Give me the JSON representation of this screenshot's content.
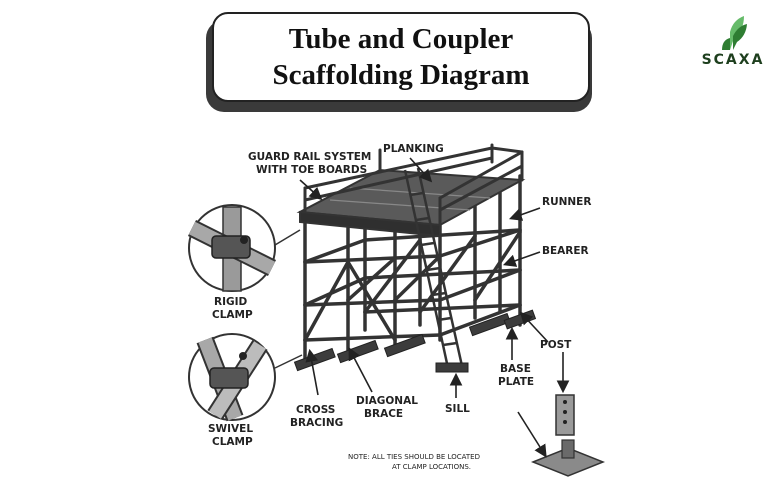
{
  "title": {
    "line1": "Tube and Coupler",
    "line2": "Scaffolding Diagram"
  },
  "logo": {
    "text": "SCAXA",
    "leaf_dark": "#2e7d32",
    "leaf_light": "#66bb6a"
  },
  "labels": {
    "guard_rail_1": "GUARD RAIL SYSTEM",
    "guard_rail_2": "WITH TOE BOARDS",
    "planking": "PLANKING",
    "runner": "RUNNER",
    "bearer": "BEARER",
    "post": "POST",
    "base_plate_1": "BASE",
    "base_plate_2": "PLATE",
    "sill": "SILL",
    "diagonal_brace_1": "DIAGONAL",
    "diagonal_brace_2": "BRACE",
    "cross_bracing_1": "CROSS",
    "cross_bracing_2": "BRACING",
    "rigid_clamp_1": "RIGID",
    "rigid_clamp_2": "CLAMP",
    "swivel_clamp_1": "SWIVEL",
    "swivel_clamp_2": "CLAMP"
  },
  "note": {
    "line1": "NOTE: ALL TIES SHOULD BE LOCATED",
    "line2": "AT CLAMP LOCATIONS."
  }
}
